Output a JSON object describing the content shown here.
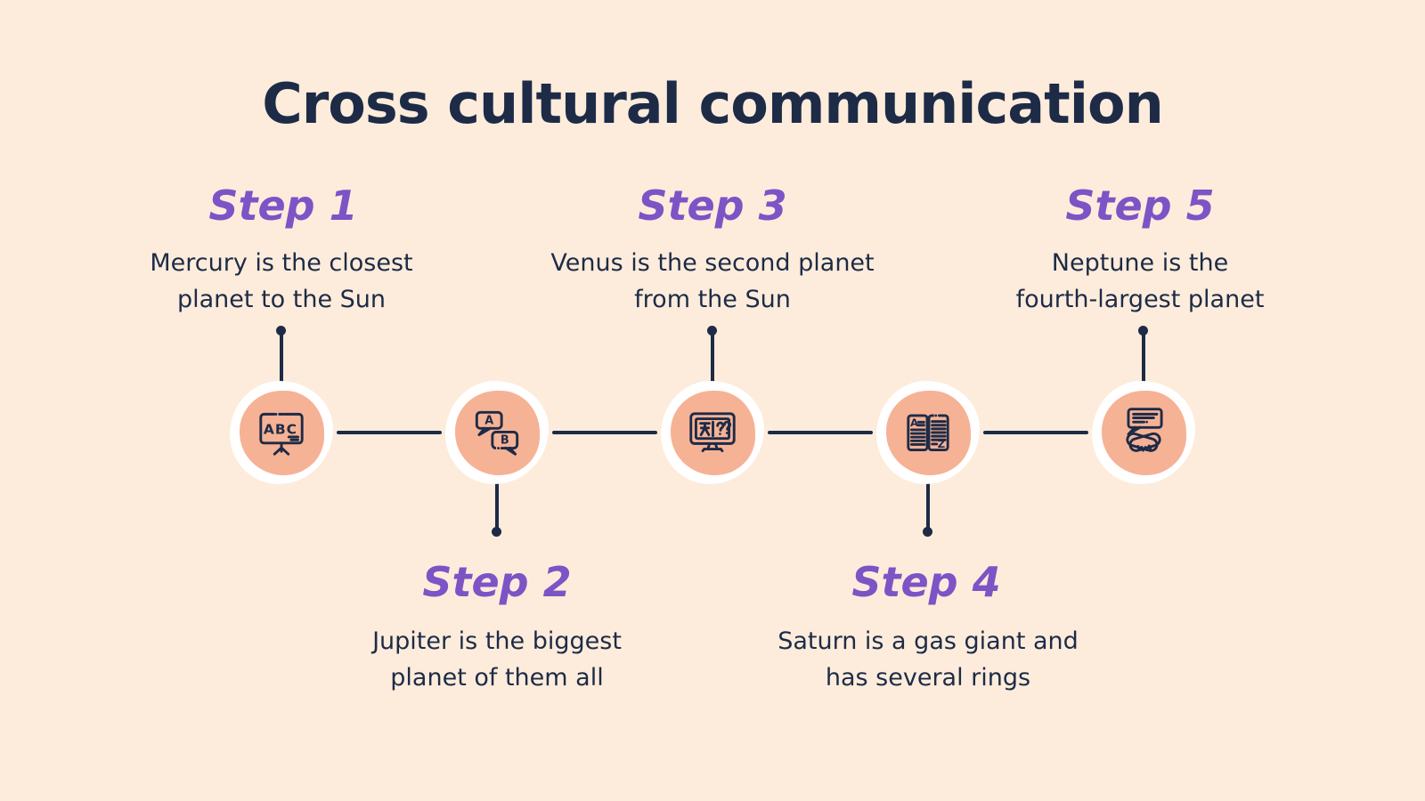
{
  "title": "Cross cultural communication",
  "colors": {
    "background": "#fdecdb",
    "text_navy": "#1d2b47",
    "step_purple": "#7d53c6",
    "circle_fill": "#f6b295",
    "circle_ring": "#ffffff",
    "line": "#1d2b47"
  },
  "icon_text": {
    "board_letters": "ABC",
    "bubble_a": "A",
    "bubble_b": "B",
    "book_a": "A",
    "book_z": "Z"
  },
  "steps": [
    {
      "label": "Step 1",
      "position": "top",
      "icon": "presentation-board-icon",
      "description_line1": "Mercury is the closest",
      "description_line2": "planet to the Sun"
    },
    {
      "label": "Step 2",
      "position": "bottom",
      "icon": "speech-bubbles-ab-icon",
      "description_line1": "Jupiter is the biggest",
      "description_line2": "planet of them all"
    },
    {
      "label": "Step 3",
      "position": "top",
      "icon": "translation-monitor-icon",
      "description_line1": "Venus is the second planet",
      "description_line2": "from the Sun"
    },
    {
      "label": "Step 4",
      "position": "bottom",
      "icon": "dictionary-book-icon",
      "description_line1": "Saturn is a gas giant and",
      "description_line2": "has several rings"
    },
    {
      "label": "Step 5",
      "position": "top",
      "icon": "handshake-speech-icon",
      "description_line1": "Neptune is the",
      "description_line2": "fourth-largest planet"
    }
  ]
}
